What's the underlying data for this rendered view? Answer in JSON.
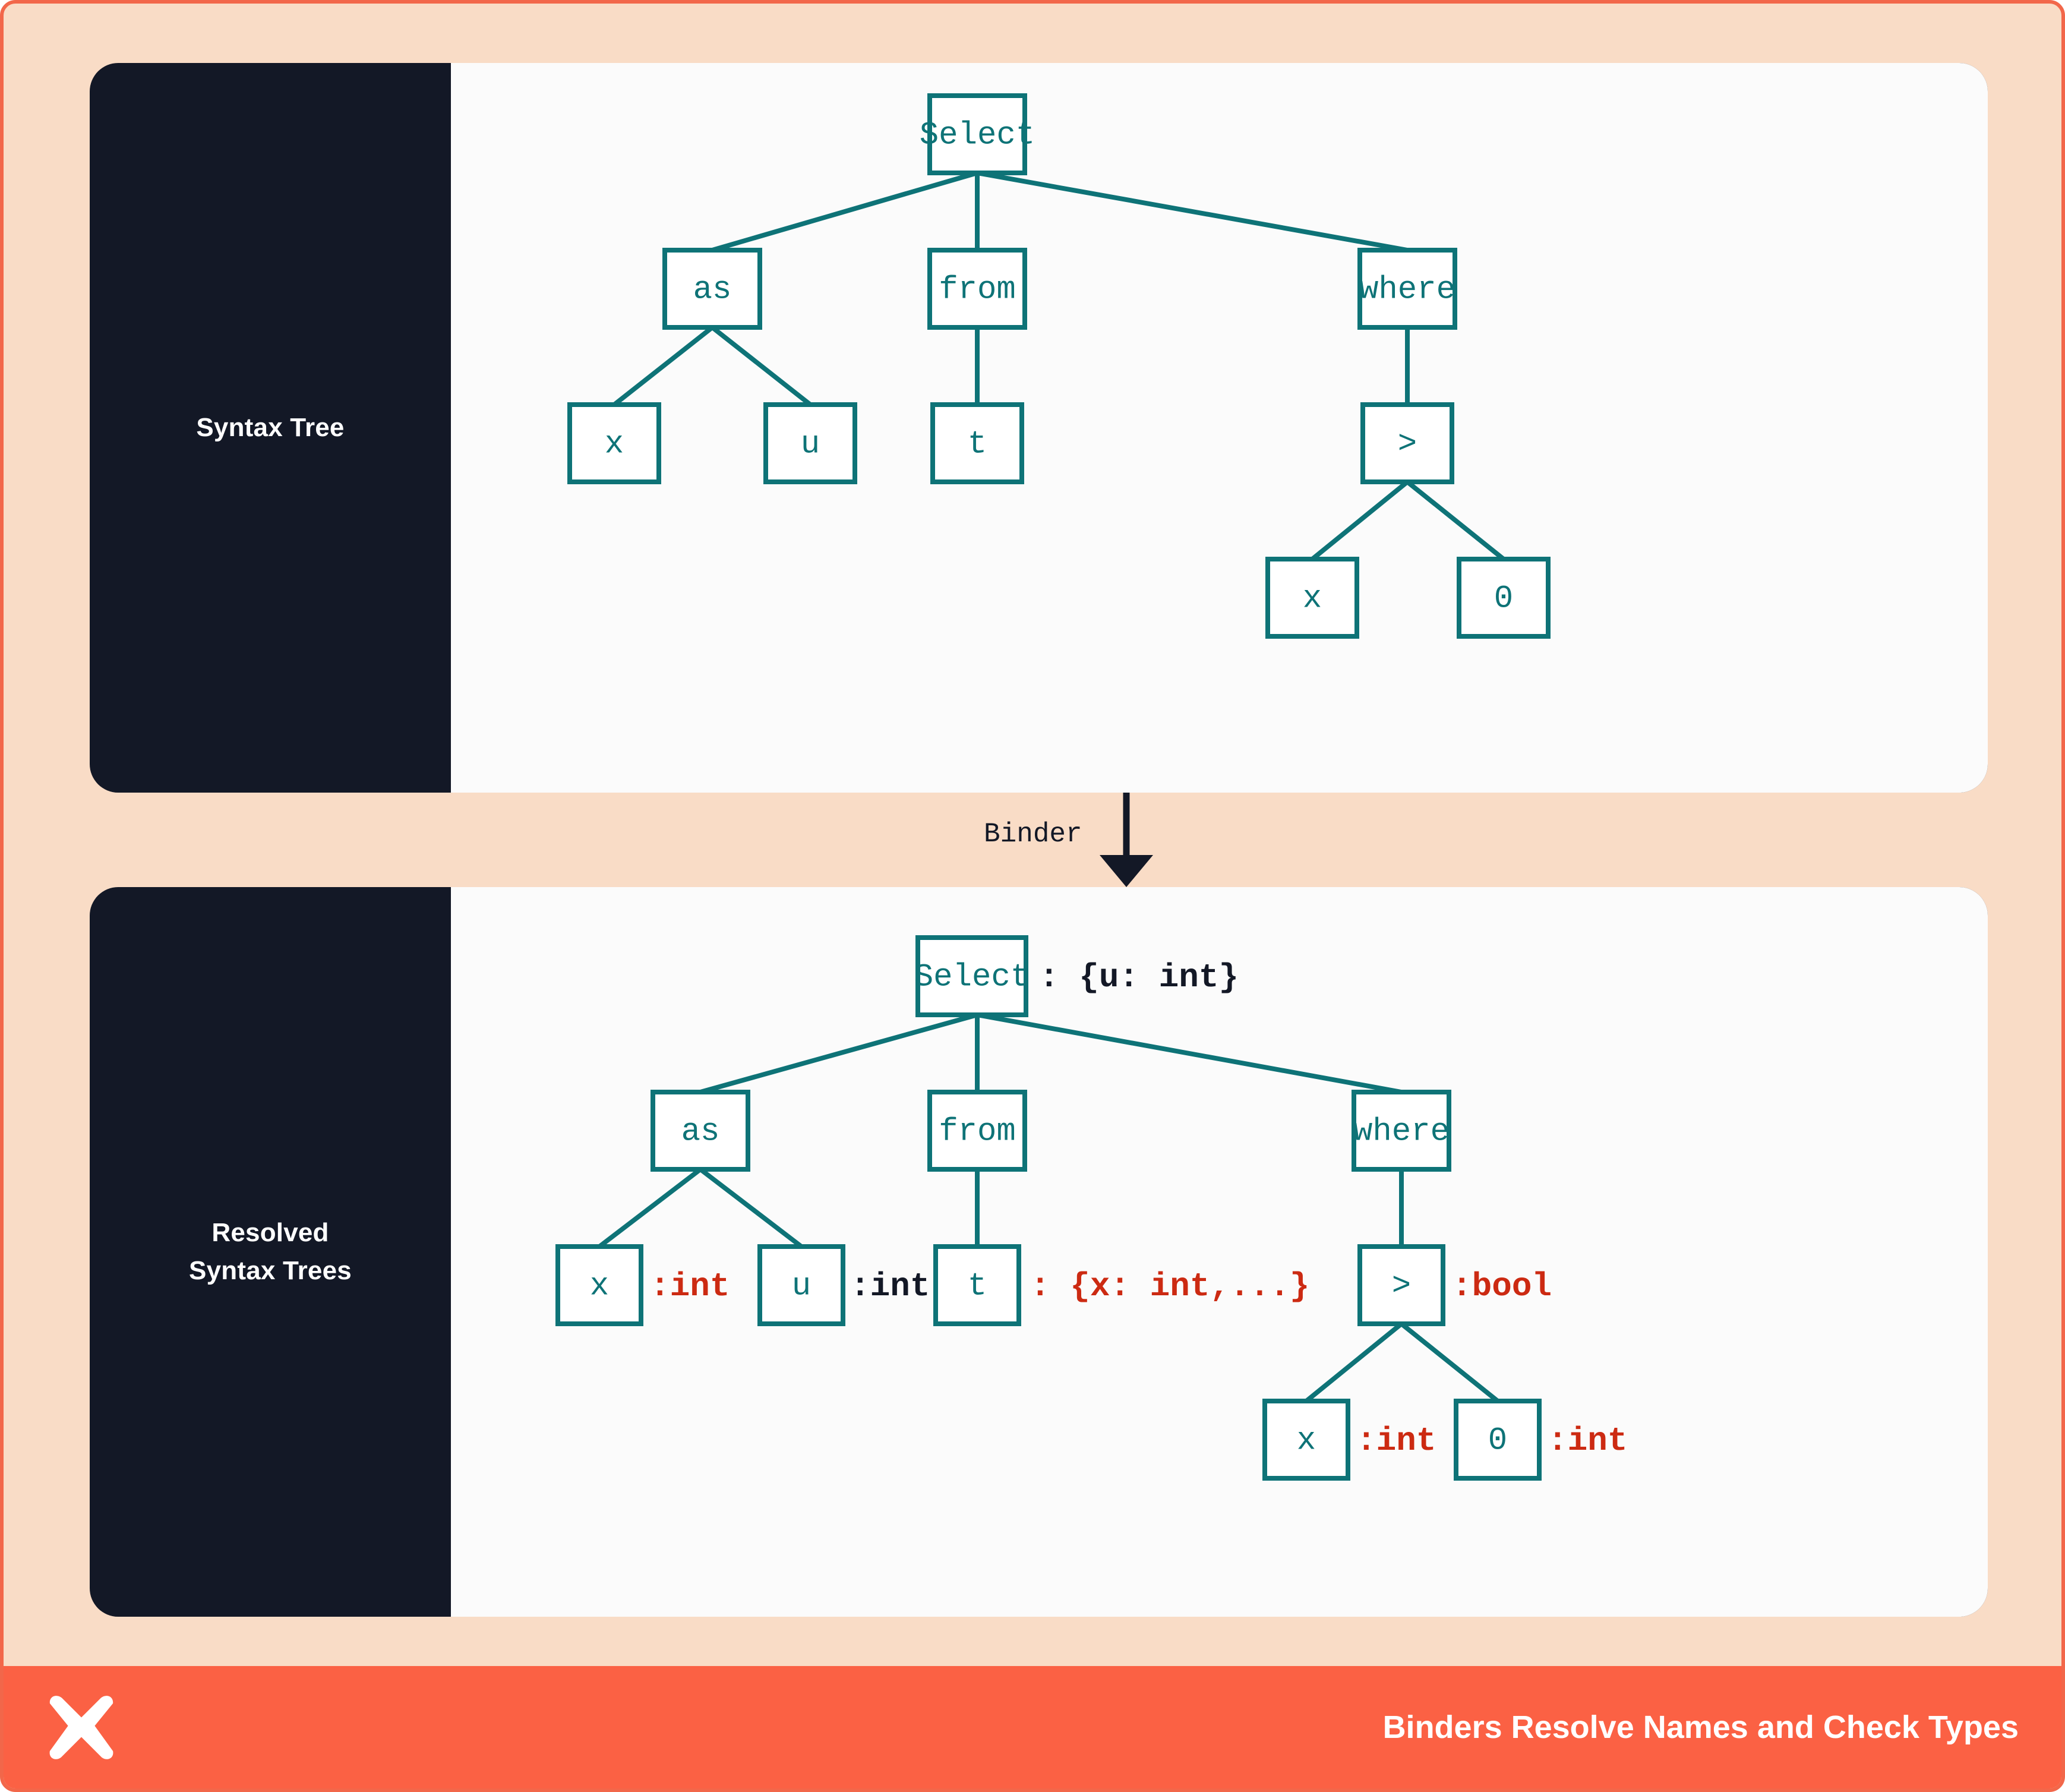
{
  "theme": {
    "page_bg": "#f9dcc6",
    "border": "#f2674a",
    "panel_dark": "#131826",
    "canvas": "#fbfbfb",
    "node_stroke": "#0e7377",
    "node_text": "#0e7377",
    "annotation_red": "#cc2a12",
    "annotation_dark": "#131826",
    "footer_bg": "#fb6144",
    "footer_text": "#ffffff"
  },
  "panels": [
    {
      "id": "syntax-tree",
      "label": "Syntax Tree"
    },
    {
      "id": "resolved-syntax-trees",
      "label": "Resolved\nSyntax Trees"
    }
  ],
  "panel_labels": {
    "top": "Syntax Tree",
    "bottom_line1": "Resolved",
    "bottom_line2": "Syntax Trees"
  },
  "binder": {
    "label": "Binder"
  },
  "footer": {
    "title": "Binders Resolve Names and Check Types",
    "logo": "x-mark-logo"
  },
  "chart_data": {
    "type": "diagram",
    "title": "Binders Resolve Names and Check Types",
    "trees": [
      {
        "name": "syntax-tree",
        "annotated": false,
        "nodes": [
          {
            "id": "select",
            "label": "Select",
            "children": [
              "as",
              "from",
              "where"
            ]
          },
          {
            "id": "as",
            "label": "as",
            "children": [
              "as-x",
              "as-u"
            ]
          },
          {
            "id": "from",
            "label": "from",
            "children": [
              "from-t"
            ]
          },
          {
            "id": "where",
            "label": "where",
            "children": [
              "gt"
            ]
          },
          {
            "id": "as-x",
            "label": "x",
            "children": []
          },
          {
            "id": "as-u",
            "label": "u",
            "children": []
          },
          {
            "id": "from-t",
            "label": "t",
            "children": []
          },
          {
            "id": "gt",
            "label": ">",
            "children": [
              "gt-x",
              "gt-0"
            ]
          },
          {
            "id": "gt-x",
            "label": "x",
            "children": []
          },
          {
            "id": "gt-0",
            "label": "0",
            "children": []
          }
        ]
      },
      {
        "name": "resolved-syntax-trees",
        "annotated": true,
        "nodes": [
          {
            "id": "select",
            "label": "Select",
            "annotation": ": {u: int}",
            "annotation_color": "dark",
            "children": [
              "as",
              "from",
              "where"
            ]
          },
          {
            "id": "as",
            "label": "as",
            "annotation": "",
            "annotation_color": "",
            "children": [
              "as-x",
              "as-u"
            ]
          },
          {
            "id": "from",
            "label": "from",
            "annotation": "",
            "annotation_color": "",
            "children": [
              "from-t"
            ]
          },
          {
            "id": "where",
            "label": "where",
            "annotation": "",
            "annotation_color": "",
            "children": [
              "gt"
            ]
          },
          {
            "id": "as-x",
            "label": "x",
            "annotation": ":int",
            "annotation_color": "red",
            "children": []
          },
          {
            "id": "as-u",
            "label": "u",
            "annotation": ":int",
            "annotation_color": "dark",
            "children": []
          },
          {
            "id": "from-t",
            "label": "t",
            "annotation": ": {x: int,...}",
            "annotation_color": "red",
            "children": []
          },
          {
            "id": "gt",
            "label": ">",
            "annotation": ":bool",
            "annotation_color": "red",
            "children": [
              "gt-x",
              "gt-0"
            ]
          },
          {
            "id": "gt-x",
            "label": "x",
            "annotation": ":int",
            "annotation_color": "red",
            "children": []
          },
          {
            "id": "gt-0",
            "label": "0",
            "annotation": ":int",
            "annotation_color": "red",
            "children": []
          }
        ]
      }
    ]
  }
}
